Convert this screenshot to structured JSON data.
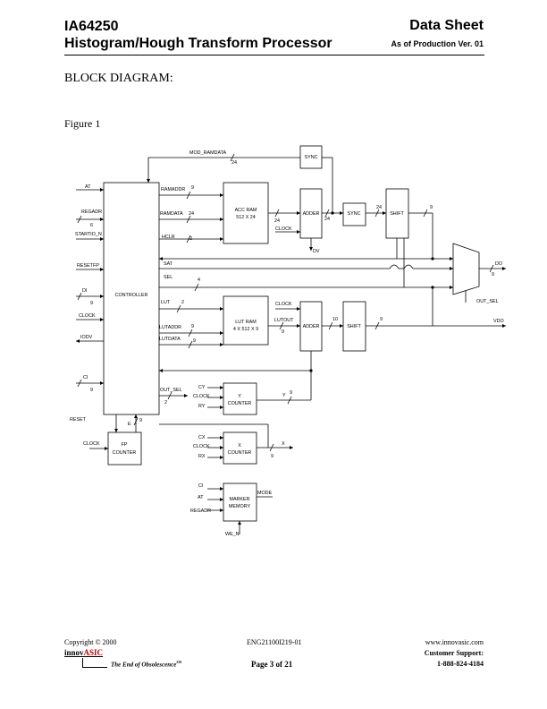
{
  "header": {
    "part_number": "IA64250",
    "product_title": "Histogram/Hough Transform Processor",
    "doc_type": "Data Sheet",
    "version": "As of Production Ver. 01"
  },
  "section_title": "BLOCK DIAGRAM:",
  "figure_label": "Figure 1",
  "diagram": {
    "blocks": {
      "controller": "CONTROLLER",
      "acc_ram_1": "ACC RAM",
      "acc_ram_2": "512 X 24",
      "adder_top": "ADDER",
      "sync_top": "SYNC",
      "sync_mid": "SYNC",
      "shift_top": "SHIFT",
      "lut_ram_1": "LUT RAM",
      "lut_ram_2": "4 X 512 X 9",
      "adder_bot": "ADDER",
      "shift_bot": "SHIFT",
      "y_counter_1": "Y",
      "y_counter_2": "COUNTER",
      "x_counter_1": "X",
      "x_counter_2": "COUNTER",
      "fp_counter_1": "FP",
      "fp_counter_2": "COUNTER",
      "marker_1": "MARKER",
      "marker_2": "MEMORY"
    },
    "signals": {
      "mod_ramdata": "MOD_RAMDATA",
      "w24_top": "24",
      "at": "AT",
      "regadr": "REGADR",
      "w6": "6",
      "startio_n": "STARTIO_N",
      "resetfp": "RESETFP",
      "di": "DI",
      "w9_di": "9",
      "clock_left": "CLOCK",
      "iodv": "IODV",
      "ci": "CI",
      "w9_ci": "9",
      "ramaddr": "RAMADDR",
      "w9_ramaddr": "9",
      "ramdata": "RAMDATA",
      "w24_ramdata": "24",
      "hclr": "HCLR",
      "w2_hclr": "2",
      "w24_accout": "24",
      "clock_adder_top": "CLOCK",
      "dv": "DV",
      "w24_adderout": "24",
      "w24_syncout": "24",
      "w9_shiftout": "9",
      "do": "DO",
      "w9_do": "9",
      "out_sel_mux": "OUT_SEL",
      "sat": "SAT",
      "sel": "SEL",
      "w4_sel": "4",
      "lut": "LUT",
      "w2_lut": "2",
      "lutaddr": "LUTADDR",
      "w9_lutaddr": "9",
      "lutdata": "LUTDATA",
      "w9_lutdata": "9",
      "clock_adder_bot": "CLOCK",
      "lutout": "LUTOUT",
      "w9_lutout": "9",
      "w10": "10",
      "w9_shiftbot": "9",
      "vdo": "VDO",
      "out_sel_ctrl": "OUT_SEL",
      "w2_outsel": "2",
      "cy": "CY",
      "clock_y": "CLOCK",
      "ry": "RY",
      "y_out": "Y",
      "w9_y": "9",
      "reset": "RESET",
      "e_label": "E",
      "w9_fp": "9",
      "clock_fp": "CLOCK",
      "cx": "CX",
      "clock_x": "CLOCK",
      "rx": "RX",
      "x_out": "X",
      "w9_x": "9",
      "ci_marker": "CI",
      "at_marker": "AT",
      "regadr_marker": "REGADR",
      "mode": "MODE",
      "we_n": "WE_N"
    }
  },
  "footer": {
    "copyright": "Copyright © 2000",
    "brand_prefix": "innov",
    "brand_suffix": "ASIC",
    "tagline": "The End of Obsolescence",
    "tm": "SM",
    "doc_number": "ENG21100I219-01",
    "page": "Page 3 of 21",
    "website": "www.innovasic.com",
    "support_label": "Customer Support:",
    "phone": "1-888-824-4184"
  }
}
